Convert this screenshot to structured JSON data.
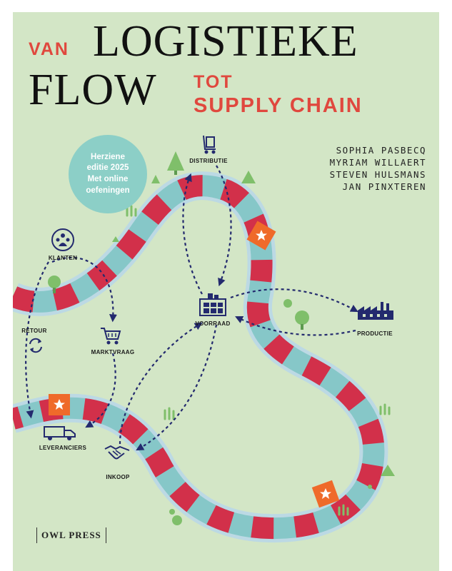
{
  "title": {
    "van": "VAN",
    "logistieke": "LOGISTIEKE",
    "flow": "FLOW",
    "tot": "TOT",
    "supply_chain": "SUPPLY CHAIN"
  },
  "authors": [
    "SOPHIA PASBECQ",
    "MYRIAM WILLAERT",
    "STEVEN HULSMANS",
    "JAN PINXTEREN"
  ],
  "badge": {
    "line1": "Herziene",
    "line2": "editie 2025",
    "line3": "Met online",
    "line4": "oefeningen"
  },
  "nodes": {
    "distributie": "DISTRIBUTIE",
    "klanten": "KLANTEN",
    "voorraad": "VOORRAAD",
    "productie": "PRODUCTIE",
    "retour": "RETOUR",
    "marktvraag": "MARKTVRAAG",
    "leveranciers": "LEVERANCIERS",
    "inkoop": "INKOOP"
  },
  "publisher": "OWL PRESS",
  "colors": {
    "background": "#d3e6c6",
    "road_edge": "#bcd9e4",
    "road_red": "#d2304a",
    "road_teal": "#86c7c8",
    "star_tile": "#ef6a2a",
    "accent_title": "#e0483e",
    "arrow_navy": "#232a6e",
    "tree_green": "#7fbf6a",
    "badge": "#8ccfc7"
  },
  "icons": [
    "trolley-icon",
    "customers-icon",
    "warehouse-icon",
    "factory-icon",
    "recycle-icon",
    "cart-icon",
    "truck-icon",
    "handshake-icon",
    "tree-icon",
    "star-icon"
  ]
}
